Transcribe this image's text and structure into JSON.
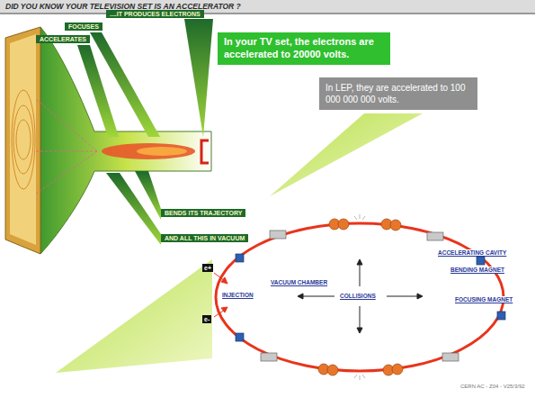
{
  "diagram": {
    "title": "DID YOU KNOW YOUR TELEVISION SET IS AN ACCELERATOR ?",
    "nodes": [
      {
        "text": [
          "....IT PRODUCES ELECTRONS"
        ]
      },
      {
        "text": [
          "FOCUSES"
        ]
      },
      {
        "text": [
          "ACCELERATES"
        ]
      },
      {
        "text": [
          "In your TV set, the electrons are accelerated to 20000 volts."
        ]
      },
      {
        "text": [
          "In LEP, they are accelerated to 100 000 000 000 volts."
        ]
      },
      {
        "text": [
          "BENDS ITS TRAJECTORY"
        ]
      },
      {
        "text": [
          "AND ALL THIS IN VACUUM"
        ]
      },
      {
        "text": [
          "e+"
        ]
      },
      {
        "text": [
          "e-"
        ]
      }
    ],
    "labels": [
      "ACCELERATING CAVITY",
      "BENDING MAGNET",
      "FOCUSING MAGNET",
      "VACUUM CHAMBER",
      "COLLISIONS",
      "INJECTION",
      "CERN AC - Z04 - V25/3/92"
    ]
  }
}
